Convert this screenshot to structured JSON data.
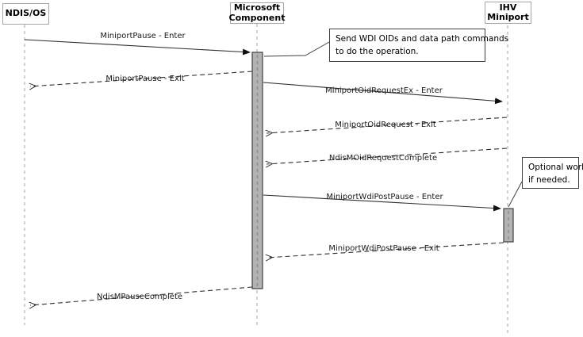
{
  "diagram": {
    "type": "sequence-diagram",
    "actors": [
      {
        "id": "ndis-os",
        "line1": "NDIS/OS",
        "line2": ""
      },
      {
        "id": "microsoft-component",
        "line1": "Microsoft",
        "line2": "Component"
      },
      {
        "id": "ihv-miniport",
        "line1": "IHV",
        "line2": "Miniport"
      }
    ],
    "messages": [
      {
        "label": "MiniportPause - Enter",
        "from": "NDIS/OS",
        "to": "Microsoft Component",
        "style": "solid-call"
      },
      {
        "label": "MiniportPause - Exit",
        "from": "Microsoft Component",
        "to": "NDIS/OS",
        "style": "dashed-return"
      },
      {
        "label": "MiniportOidRequestEx - Enter",
        "from": "Microsoft Component",
        "to": "IHV Miniport",
        "style": "solid-call"
      },
      {
        "label": "MiniportOidRequest - Exit",
        "from": "IHV Miniport",
        "to": "Microsoft Component",
        "style": "dashed-return"
      },
      {
        "label": "NdisMOidRequestComplete",
        "from": "IHV Miniport",
        "to": "Microsoft Component",
        "style": "dashed-return"
      },
      {
        "label": "MiniportWdiPostPause - Enter",
        "from": "Microsoft Component",
        "to": "IHV Miniport",
        "style": "solid-call"
      },
      {
        "label": "MiniportWdiPostPause - Exit",
        "from": "IHV Miniport",
        "to": "Microsoft Component",
        "style": "dashed-return"
      },
      {
        "label": "NdisMPauseComplete",
        "from": "Microsoft Component",
        "to": "NDIS/OS",
        "style": "dashed-return"
      }
    ],
    "notes": [
      {
        "line1": "Send WDI OIDs and data path commands",
        "line2": "to do the operation."
      },
      {
        "line1": "Optional work",
        "line2": "if needed."
      }
    ],
    "colors": {
      "activation_fill": "#b3b3b3",
      "activation_stripe": "#8c8c8c",
      "activation_border": "#3f3f3f",
      "lifeline": "#b5b5b5",
      "arrow": "#2e2e2e",
      "actor_border": "#a6a6a6",
      "note_border": "#3f3f3f"
    }
  }
}
